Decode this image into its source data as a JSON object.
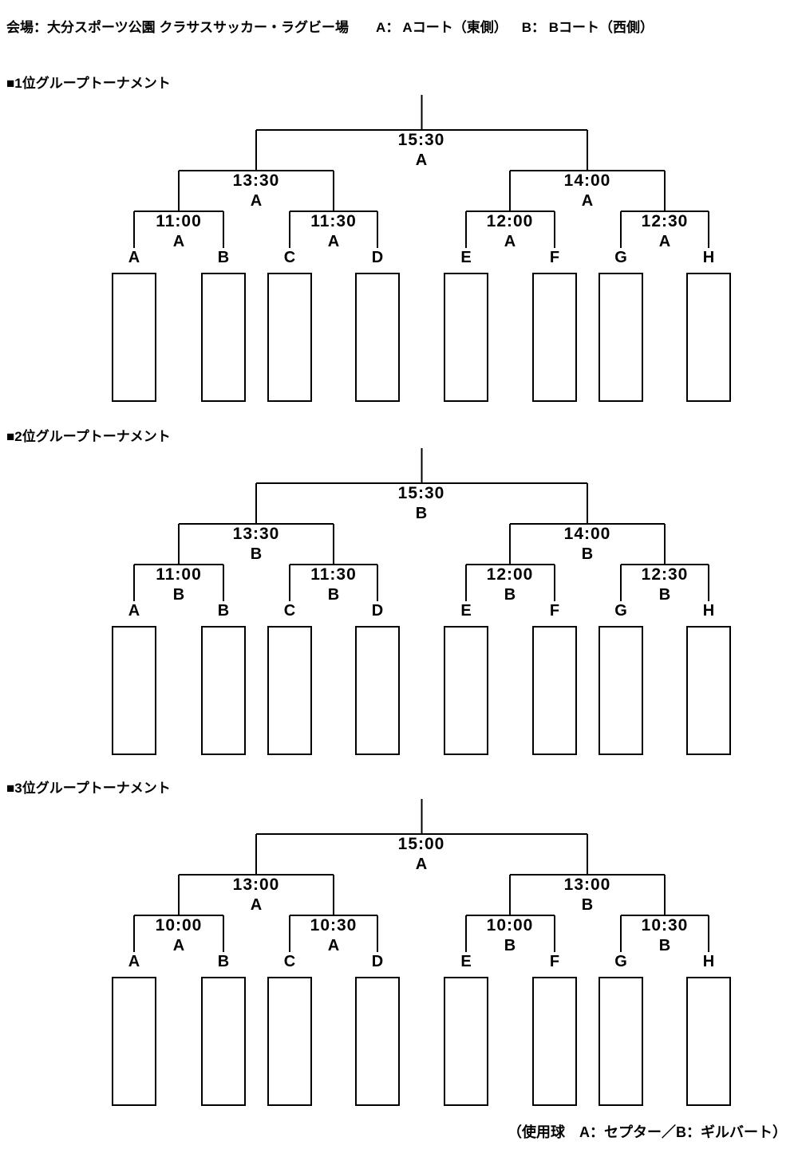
{
  "header": {
    "venue": "会場：大分スポーツ公園 クラサスサッカー・ラグビー場",
    "court_a_legend": "A： Aコート（東側）",
    "court_b_legend": "B： Bコート（西側）"
  },
  "teams": [
    "A",
    "B",
    "C",
    "D",
    "E",
    "F",
    "G",
    "H"
  ],
  "brackets": [
    {
      "title": "■1位グループトーナメント",
      "final": {
        "time": "15:30",
        "court": "A"
      },
      "semis": [
        {
          "time": "13:30",
          "court": "A"
        },
        {
          "time": "14:00",
          "court": "A"
        }
      ],
      "quarters": [
        {
          "time": "11:00",
          "court": "A"
        },
        {
          "time": "11:30",
          "court": "A"
        },
        {
          "time": "12:00",
          "court": "A"
        },
        {
          "time": "12:30",
          "court": "A"
        }
      ]
    },
    {
      "title": "■2位グループトーナメント",
      "final": {
        "time": "15:30",
        "court": "B"
      },
      "semis": [
        {
          "time": "13:30",
          "court": "B"
        },
        {
          "time": "14:00",
          "court": "B"
        }
      ],
      "quarters": [
        {
          "time": "11:00",
          "court": "B"
        },
        {
          "time": "11:30",
          "court": "B"
        },
        {
          "time": "12:00",
          "court": "B"
        },
        {
          "time": "12:30",
          "court": "B"
        }
      ]
    },
    {
      "title": "■3位グループトーナメント",
      "final": {
        "time": "15:00",
        "court": "A"
      },
      "semis": [
        {
          "time": "13:00",
          "court": "A"
        },
        {
          "time": "13:00",
          "court": "B"
        }
      ],
      "quarters": [
        {
          "time": "10:00",
          "court": "A"
        },
        {
          "time": "10:30",
          "court": "A"
        },
        {
          "time": "10:00",
          "court": "B"
        },
        {
          "time": "10:30",
          "court": "B"
        }
      ]
    }
  ],
  "footer": {
    "ball_note": "（使用球　A：セプター／B：ギルバート）"
  }
}
